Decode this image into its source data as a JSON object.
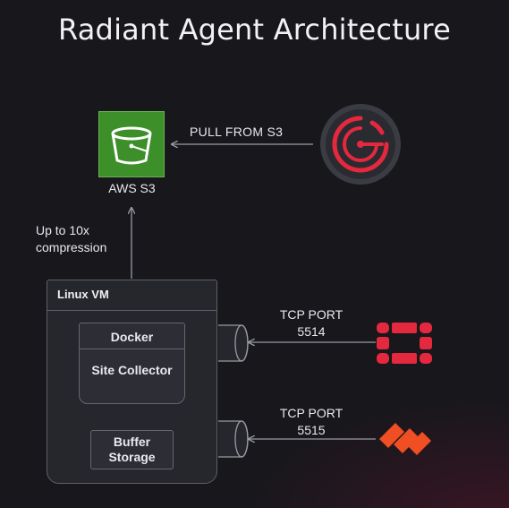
{
  "title": "Radiant Agent Architecture",
  "aws_s3": {
    "label": "AWS S3",
    "icon": "s3-bucket-icon"
  },
  "pull_edge": {
    "label": "PULL FROM S3"
  },
  "compression_edge": {
    "label": "Up to 10x\ncompression"
  },
  "linux_vm": {
    "title": "Linux VM",
    "docker": {
      "label": "Docker",
      "component": "Site Collector"
    },
    "buffer": {
      "label": "Buffer\nStorage"
    }
  },
  "inputs": [
    {
      "label": "TCP PORT\n5514",
      "icon": "fortinet-logo-icon"
    },
    {
      "label": "TCP PORT\n5515",
      "icon": "palo-alto-logo-icon"
    }
  ],
  "external_logo": {
    "icon": "radiant-logo-icon"
  },
  "colors": {
    "background": "#17171c",
    "s3_green": "#3c8f29",
    "brand_red": "#e4283e",
    "line": "#9a9aa4"
  }
}
